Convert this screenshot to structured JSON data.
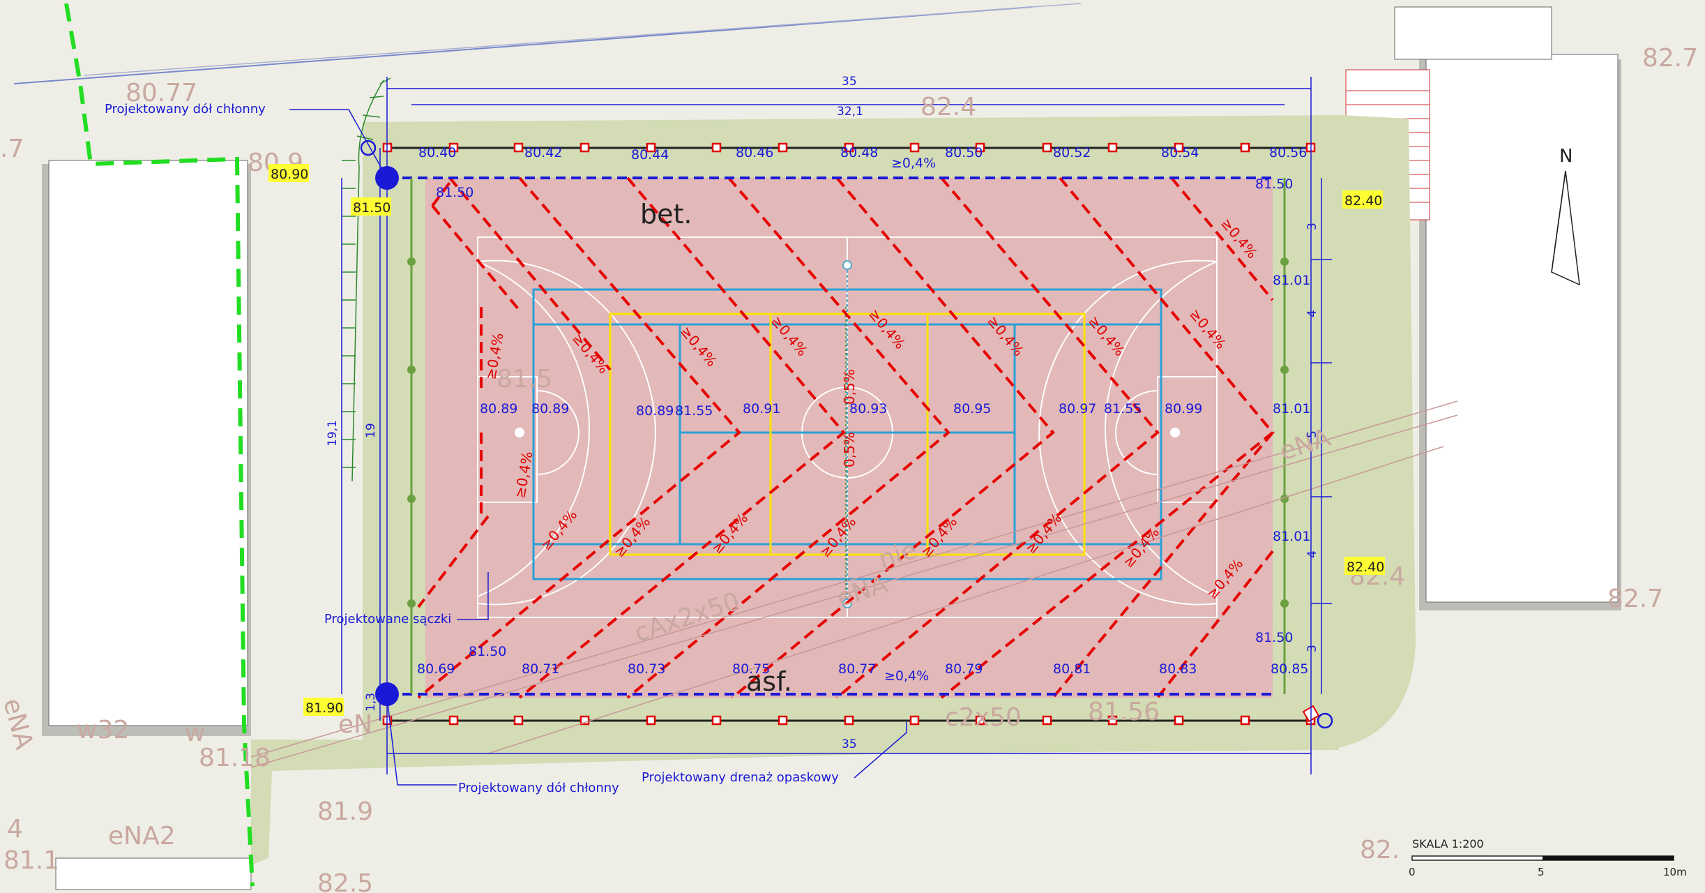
{
  "labels": {
    "well_top": "Projektowany dół chłonny",
    "well_bottom": "Projektowany dół chłonny",
    "drains": "Projektowane sączki",
    "ring_drain": "Projektowany drenaż opaskowy",
    "surface_bet": "bet.",
    "surface_asf": "asf."
  },
  "dimensions": {
    "top_outer": "35",
    "top_inner": "32,1",
    "bottom": "35",
    "left_outer": "19,1",
    "left_inner": "19",
    "left_small": "1,3",
    "right_segments": [
      "3",
      "4",
      "5",
      "4",
      "3"
    ]
  },
  "elevations_top": [
    "80.40",
    "80.42",
    "80.44",
    "80.46",
    "80.48",
    "80.50",
    "80.52",
    "80.54",
    "80.56"
  ],
  "elevations_bottom": [
    "80.69",
    "80.71",
    "80.73",
    "80.75",
    "80.77",
    "80.79",
    "80.81",
    "80.83",
    "80.85"
  ],
  "elevations_middle": [
    "80.89",
    "80.89",
    "80.89",
    "81.55",
    "80.91",
    "80.93",
    "80.95",
    "80.97",
    "81.55",
    "80.99",
    "81.01"
  ],
  "elevations_corner": {
    "top_left": "81.50",
    "top_right": "81.50",
    "bottom_left": "81.50",
    "bottom_right": "81.50",
    "right_upper": "81.01",
    "right_lower": "81.01"
  },
  "highlighted_levels": {
    "hl_8090": "80.90",
    "hl_8150": "81.50",
    "hl_8240_top": "82.40",
    "hl_8240_bottom": "82.40",
    "hl_8190": "81.90"
  },
  "slope_label": "≥0,4%",
  "slope_center": "0,5%",
  "background_texts": {
    "bg1": "80.77",
    "bg2": "82.4",
    "bg3": "82.7",
    "bg4": "80.9",
    "bg5": "81.5",
    "bg6": "eNA",
    "bg7": "cAx2x50",
    "bg8": "eNA",
    "bg9": "nie",
    "bg10": "c2x50",
    "bg11": "81.56",
    "bg12": "82.4",
    "bg13": "82.7",
    "bg14": "81.18",
    "bg15": "w32",
    "bg16": "w",
    "bg17": "81.9",
    "bg18": "eNA2",
    "bg19": "81.1",
    "bg20": "82.5",
    "bg21": "82.",
    "bg22": "eNA",
    "bg23": ".7",
    "bg24": "4",
    "bg25": "eN"
  },
  "north": "N",
  "scale": {
    "title": "SKALA 1:200",
    "t0": "0",
    "t5": "5",
    "t10": "10m"
  },
  "colors": {
    "court_fill": "#e2b8b8",
    "green_fill": "#d3dcb5",
    "background": "#eeeee6",
    "drain_red": "#e60000",
    "blue": "#1a1ad6",
    "line_blue": "#2aa0d8",
    "line_yellow": "#ffe100",
    "highlight": "#ffff33",
    "boundary_green": "#22dd22"
  }
}
